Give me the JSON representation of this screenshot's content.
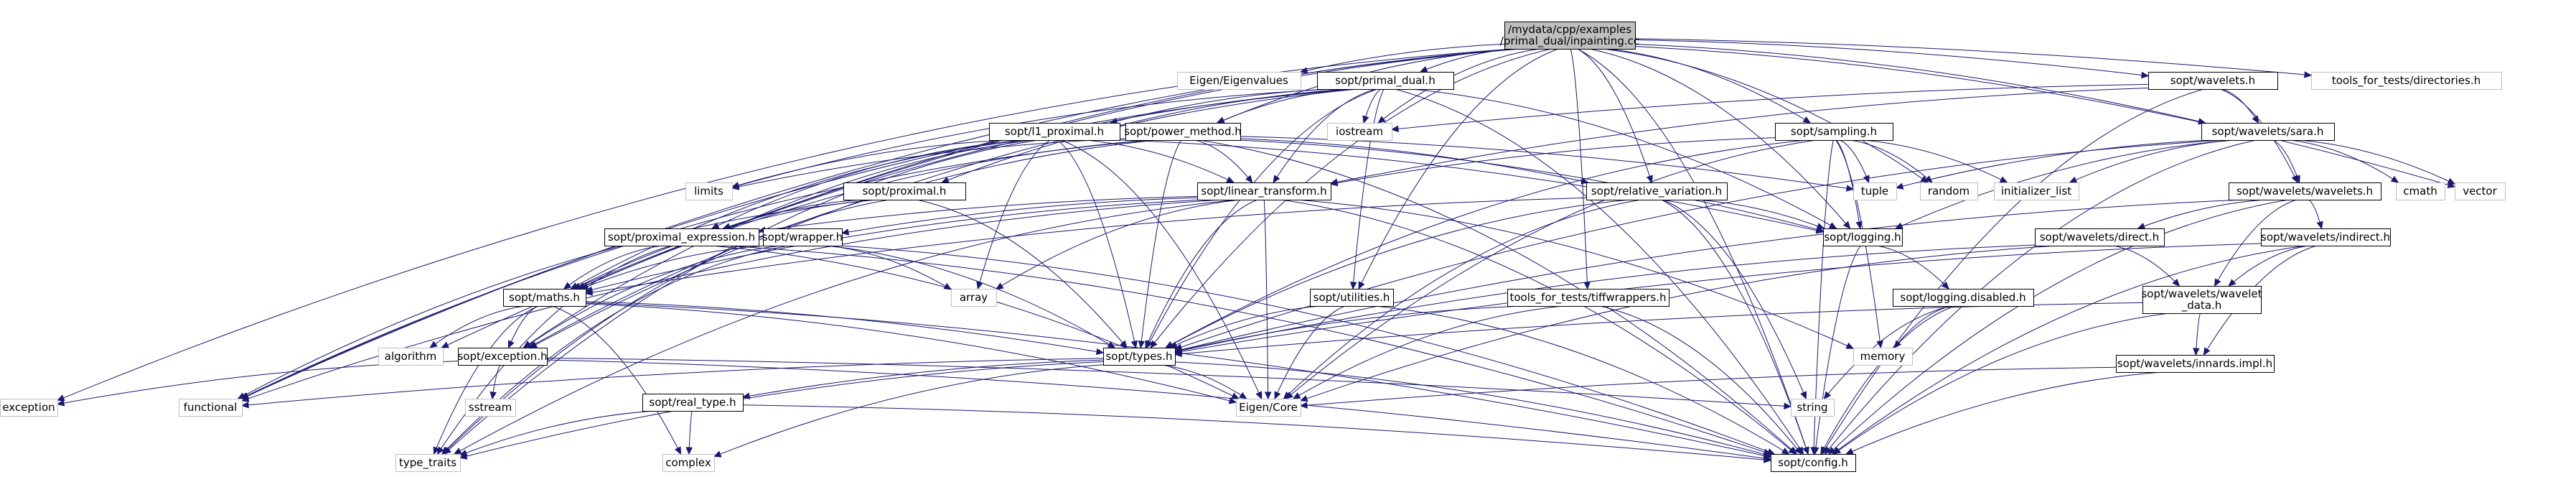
{
  "nodes": [
    {
      "id": "root",
      "lines": [
        "/mydata/cpp/examples",
        "/primal_dual/inpainting.cc"
      ],
      "ext": false,
      "root": true
    },
    {
      "id": "primal_dual",
      "lines": [
        "sopt/primal_dual.h"
      ],
      "ext": false
    },
    {
      "id": "eigenvalues",
      "lines": [
        "Eigen/Eigenvalues"
      ],
      "ext": true
    },
    {
      "id": "wavelets_h",
      "lines": [
        "sopt/wavelets.h"
      ],
      "ext": false
    },
    {
      "id": "tools_dirs",
      "lines": [
        "tools_for_tests/directories.h"
      ],
      "ext": true
    },
    {
      "id": "l1_proximal",
      "lines": [
        "sopt/l1_proximal.h"
      ],
      "ext": false
    },
    {
      "id": "power_method",
      "lines": [
        "sopt/power_method.h"
      ],
      "ext": false
    },
    {
      "id": "iostream",
      "lines": [
        "iostream"
      ],
      "ext": true
    },
    {
      "id": "sampling",
      "lines": [
        "sopt/sampling.h"
      ],
      "ext": false
    },
    {
      "id": "sara",
      "lines": [
        "sopt/wavelets/sara.h"
      ],
      "ext": false
    },
    {
      "id": "limits",
      "lines": [
        "limits"
      ],
      "ext": true
    },
    {
      "id": "proximal",
      "lines": [
        "sopt/proximal.h"
      ],
      "ext": false
    },
    {
      "id": "linear_transform",
      "lines": [
        "sopt/linear_transform.h"
      ],
      "ext": false
    },
    {
      "id": "relative_variation",
      "lines": [
        "sopt/relative_variation.h"
      ],
      "ext": false
    },
    {
      "id": "tuple",
      "lines": [
        "tuple"
      ],
      "ext": true
    },
    {
      "id": "random",
      "lines": [
        "random"
      ],
      "ext": true
    },
    {
      "id": "initializer_list",
      "lines": [
        "initializer_list"
      ],
      "ext": true
    },
    {
      "id": "wavelets_wavelets",
      "lines": [
        "sopt/wavelets/wavelets.h"
      ],
      "ext": false
    },
    {
      "id": "cmath",
      "lines": [
        "cmath"
      ],
      "ext": true
    },
    {
      "id": "vector",
      "lines": [
        "vector"
      ],
      "ext": true
    },
    {
      "id": "proximal_expression",
      "lines": [
        "sopt/proximal_expression.h"
      ],
      "ext": false
    },
    {
      "id": "wrapper",
      "lines": [
        "sopt/wrapper.h"
      ],
      "ext": false
    },
    {
      "id": "logging",
      "lines": [
        "sopt/logging.h"
      ],
      "ext": false
    },
    {
      "id": "direct",
      "lines": [
        "sopt/wavelets/direct.h"
      ],
      "ext": false
    },
    {
      "id": "indirect",
      "lines": [
        "sopt/wavelets/indirect.h"
      ],
      "ext": false
    },
    {
      "id": "maths",
      "lines": [
        "sopt/maths.h"
      ],
      "ext": false
    },
    {
      "id": "array",
      "lines": [
        "array"
      ],
      "ext": true
    },
    {
      "id": "utilities",
      "lines": [
        "sopt/utilities.h"
      ],
      "ext": false
    },
    {
      "id": "tiffwrappers",
      "lines": [
        "tools_for_tests/tiffwrappers.h"
      ],
      "ext": false
    },
    {
      "id": "logging_disabled",
      "lines": [
        "sopt/logging.disabled.h"
      ],
      "ext": false
    },
    {
      "id": "wavelet_data",
      "lines": [
        "sopt/wavelets/wavelet",
        "_data.h"
      ],
      "ext": false
    },
    {
      "id": "algorithm",
      "lines": [
        "algorithm"
      ],
      "ext": true
    },
    {
      "id": "exception_h",
      "lines": [
        "sopt/exception.h"
      ],
      "ext": false
    },
    {
      "id": "types",
      "lines": [
        "sopt/types.h"
      ],
      "ext": false
    },
    {
      "id": "memory",
      "lines": [
        "memory"
      ],
      "ext": true
    },
    {
      "id": "innards",
      "lines": [
        "sopt/wavelets/innards.impl.h"
      ],
      "ext": false
    },
    {
      "id": "sstream",
      "lines": [
        "sstream"
      ],
      "ext": true
    },
    {
      "id": "exception",
      "lines": [
        "exception"
      ],
      "ext": true
    },
    {
      "id": "functional",
      "lines": [
        "functional"
      ],
      "ext": true
    },
    {
      "id": "eigen_core",
      "lines": [
        "Eigen/Core"
      ],
      "ext": true
    },
    {
      "id": "string",
      "lines": [
        "string"
      ],
      "ext": true
    },
    {
      "id": "real_type",
      "lines": [
        "sopt/real_type.h"
      ],
      "ext": false
    },
    {
      "id": "type_traits",
      "lines": [
        "type_traits"
      ],
      "ext": true
    },
    {
      "id": "complex",
      "lines": [
        "complex"
      ],
      "ext": true
    },
    {
      "id": "config",
      "lines": [
        "sopt/config.h"
      ],
      "ext": false
    }
  ],
  "edges": [
    [
      "root",
      "primal_dual"
    ],
    [
      "root",
      "eigenvalues"
    ],
    [
      "root",
      "wavelets_h"
    ],
    [
      "root",
      "tools_dirs"
    ],
    [
      "root",
      "power_method"
    ],
    [
      "root",
      "iostream"
    ],
    [
      "root",
      "sampling"
    ],
    [
      "root",
      "sara"
    ],
    [
      "root",
      "relative_variation"
    ],
    [
      "root",
      "logging"
    ],
    [
      "root",
      "maths"
    ],
    [
      "root",
      "types"
    ],
    [
      "root",
      "utilities"
    ],
    [
      "root",
      "tiffwrappers"
    ],
    [
      "root",
      "functional"
    ],
    [
      "root",
      "exception"
    ],
    [
      "root",
      "algorithm"
    ],
    [
      "root",
      "vector"
    ],
    [
      "root",
      "random"
    ],
    [
      "root",
      "config"
    ],
    [
      "primal_dual",
      "l1_proximal"
    ],
    [
      "primal_dual",
      "power_method"
    ],
    [
      "primal_dual",
      "iostream"
    ],
    [
      "primal_dual",
      "limits"
    ],
    [
      "primal_dual",
      "proximal"
    ],
    [
      "primal_dual",
      "linear_transform"
    ],
    [
      "primal_dual",
      "logging"
    ],
    [
      "primal_dual",
      "utilities"
    ],
    [
      "primal_dual",
      "types"
    ],
    [
      "primal_dual",
      "exception_h"
    ],
    [
      "primal_dual",
      "maths"
    ],
    [
      "primal_dual",
      "functional"
    ],
    [
      "primal_dual",
      "config"
    ],
    [
      "l1_proximal",
      "limits"
    ],
    [
      "l1_proximal",
      "linear_transform"
    ],
    [
      "l1_proximal",
      "proximal_expression"
    ],
    [
      "l1_proximal",
      "maths"
    ],
    [
      "l1_proximal",
      "array"
    ],
    [
      "l1_proximal",
      "types"
    ],
    [
      "l1_proximal",
      "eigen_core"
    ],
    [
      "l1_proximal",
      "logging"
    ],
    [
      "l1_proximal",
      "exception_h"
    ],
    [
      "l1_proximal",
      "type_traits"
    ],
    [
      "power_method",
      "limits"
    ],
    [
      "power_method",
      "linear_transform"
    ],
    [
      "power_method",
      "tuple"
    ],
    [
      "power_method",
      "relative_variation"
    ],
    [
      "power_method",
      "logging"
    ],
    [
      "power_method",
      "types"
    ],
    [
      "power_method",
      "maths"
    ],
    [
      "power_method",
      "functional"
    ],
    [
      "power_method",
      "exception_h"
    ],
    [
      "power_method",
      "config"
    ],
    [
      "proximal",
      "proximal_expression"
    ],
    [
      "proximal",
      "maths"
    ],
    [
      "proximal",
      "types"
    ],
    [
      "proximal",
      "functional"
    ],
    [
      "proximal",
      "type_traits"
    ],
    [
      "linear_transform",
      "proximal_expression"
    ],
    [
      "linear_transform",
      "wrapper"
    ],
    [
      "linear_transform",
      "maths"
    ],
    [
      "linear_transform",
      "array"
    ],
    [
      "linear_transform",
      "memory"
    ],
    [
      "linear_transform",
      "types"
    ],
    [
      "linear_transform",
      "eigen_core"
    ],
    [
      "linear_transform",
      "config"
    ],
    [
      "linear_transform",
      "functional"
    ],
    [
      "linear_transform",
      "type_traits"
    ],
    [
      "sampling",
      "tuple"
    ],
    [
      "sampling",
      "random"
    ],
    [
      "sampling",
      "initializer_list"
    ],
    [
      "sampling",
      "linear_transform"
    ],
    [
      "sampling",
      "types"
    ],
    [
      "sampling",
      "memory"
    ],
    [
      "sampling",
      "eigen_core"
    ],
    [
      "sampling",
      "logging"
    ],
    [
      "sampling",
      "config"
    ],
    [
      "wavelets_h",
      "iostream"
    ],
    [
      "wavelets_h",
      "sara"
    ],
    [
      "wavelets_h",
      "wavelets_wavelets"
    ],
    [
      "wavelets_h",
      "linear_transform"
    ],
    [
      "wavelets_h",
      "config"
    ],
    [
      "sara",
      "tuple"
    ],
    [
      "sara",
      "initializer_list"
    ],
    [
      "sara",
      "cmath"
    ],
    [
      "sara",
      "vector"
    ],
    [
      "sara",
      "wavelets_wavelets"
    ],
    [
      "sara",
      "logging"
    ],
    [
      "sara",
      "types"
    ],
    [
      "sara",
      "config"
    ],
    [
      "wavelets_wavelets",
      "direct"
    ],
    [
      "wavelets_wavelets",
      "indirect"
    ],
    [
      "wavelets_wavelets",
      "wavelet_data"
    ],
    [
      "wavelets_wavelets",
      "types"
    ],
    [
      "wavelets_wavelets",
      "config"
    ],
    [
      "relative_variation",
      "logging"
    ],
    [
      "relative_variation",
      "maths"
    ],
    [
      "relative_variation",
      "types"
    ],
    [
      "relative_variation",
      "eigen_core"
    ],
    [
      "relative_variation",
      "string"
    ],
    [
      "relative_variation",
      "config"
    ],
    [
      "proximal_expression",
      "maths"
    ],
    [
      "proximal_expression",
      "eigen_core"
    ],
    [
      "proximal_expression",
      "type_traits"
    ],
    [
      "proximal_expression",
      "config"
    ],
    [
      "wrapper",
      "array"
    ],
    [
      "wrapper",
      "types"
    ],
    [
      "wrapper",
      "maths"
    ],
    [
      "wrapper",
      "exception_h"
    ],
    [
      "wrapper",
      "type_traits"
    ],
    [
      "wrapper",
      "config"
    ],
    [
      "logging",
      "logging_disabled"
    ],
    [
      "logging",
      "config"
    ],
    [
      "logging_disabled",
      "memory"
    ],
    [
      "logging_disabled",
      "string"
    ],
    [
      "logging_disabled",
      "config"
    ],
    [
      "direct",
      "wavelet_data"
    ],
    [
      "direct",
      "types"
    ],
    [
      "direct",
      "eigen_core"
    ],
    [
      "indirect",
      "wavelet_data"
    ],
    [
      "indirect",
      "innards"
    ],
    [
      "indirect",
      "types"
    ],
    [
      "indirect",
      "config"
    ],
    [
      "wavelet_data",
      "types"
    ],
    [
      "wavelet_data",
      "innards"
    ],
    [
      "wavelet_data",
      "config"
    ],
    [
      "innards",
      "eigen_core"
    ],
    [
      "innards",
      "config"
    ],
    [
      "maths",
      "algorithm"
    ],
    [
      "maths",
      "exception_h"
    ],
    [
      "maths",
      "types"
    ],
    [
      "maths",
      "complex"
    ],
    [
      "maths",
      "type_traits"
    ],
    [
      "maths",
      "eigen_core"
    ],
    [
      "maths",
      "config"
    ],
    [
      "utilities",
      "types"
    ],
    [
      "utilities",
      "eigen_core"
    ],
    [
      "utilities",
      "config"
    ],
    [
      "tiffwrappers",
      "types"
    ],
    [
      "tiffwrappers",
      "eigen_core"
    ],
    [
      "tiffwrappers",
      "config"
    ],
    [
      "exception_h",
      "exception"
    ],
    [
      "exception_h",
      "sstream"
    ],
    [
      "exception_h",
      "string"
    ],
    [
      "exception_h",
      "config"
    ],
    [
      "types",
      "eigen_core"
    ],
    [
      "types",
      "real_type"
    ],
    [
      "types",
      "complex"
    ],
    [
      "types",
      "functional"
    ],
    [
      "types",
      "type_traits"
    ],
    [
      "types",
      "config"
    ],
    [
      "real_type",
      "type_traits"
    ],
    [
      "real_type",
      "complex"
    ],
    [
      "real_type",
      "config"
    ]
  ]
}
